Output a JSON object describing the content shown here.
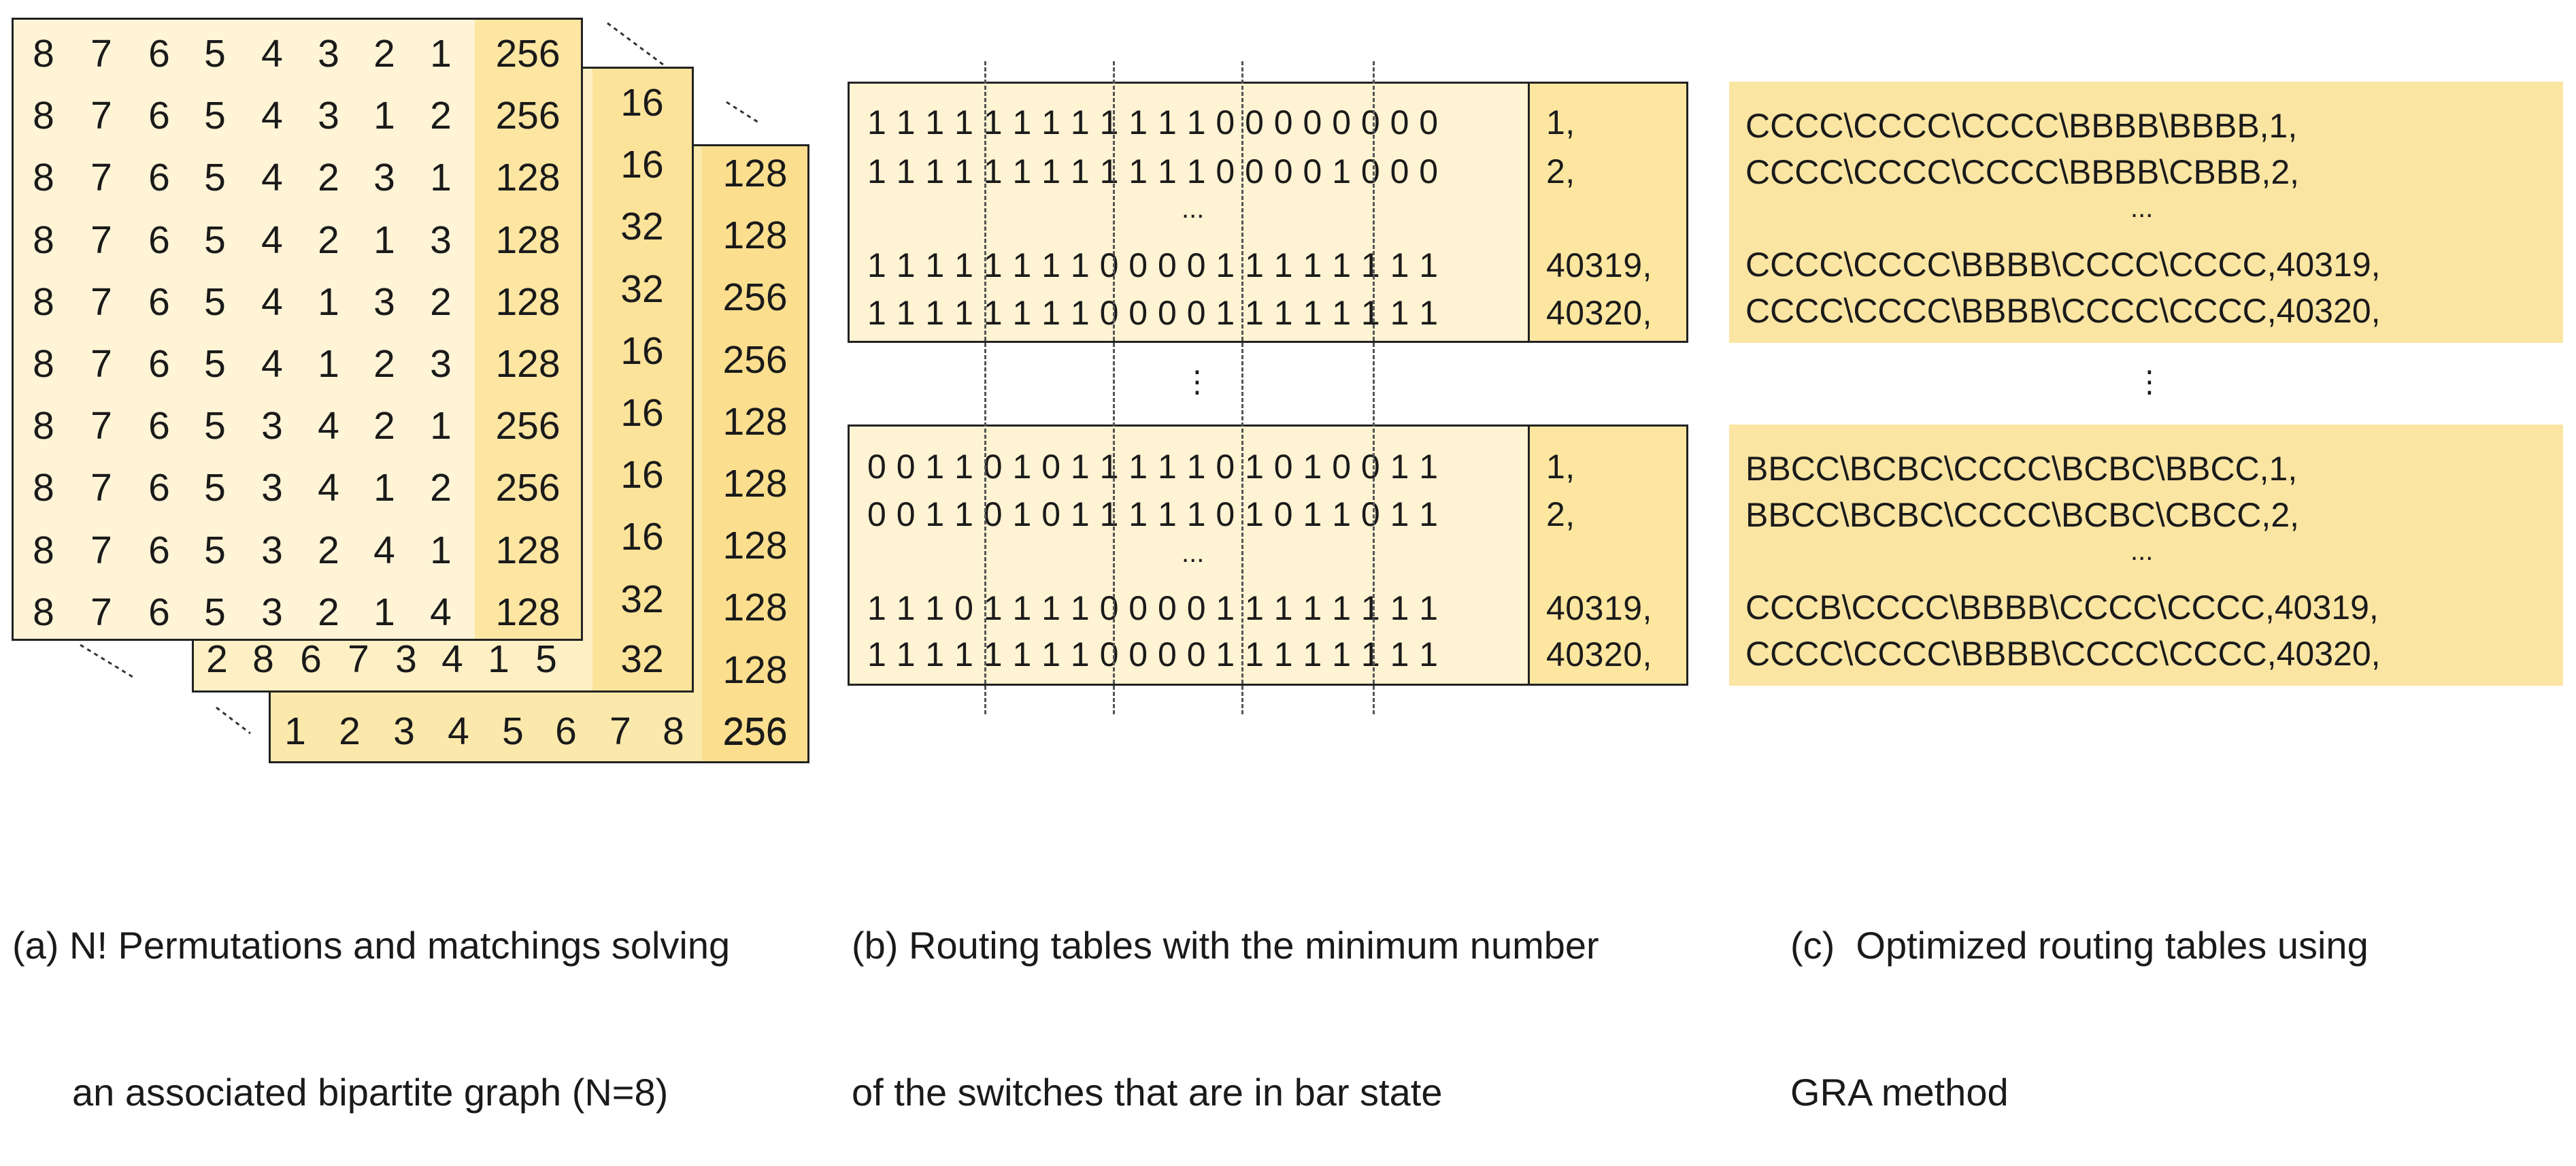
{
  "panel_a": {
    "front_rows": [
      [
        "8",
        "7",
        "6",
        "5",
        "4",
        "3",
        "2",
        "1",
        "256"
      ],
      [
        "8",
        "7",
        "6",
        "5",
        "4",
        "3",
        "1",
        "2",
        "256"
      ],
      [
        "8",
        "7",
        "6",
        "5",
        "4",
        "2",
        "3",
        "1",
        "128"
      ],
      [
        "8",
        "7",
        "6",
        "5",
        "4",
        "2",
        "1",
        "3",
        "128"
      ],
      [
        "8",
        "7",
        "6",
        "5",
        "4",
        "1",
        "3",
        "2",
        "128"
      ],
      [
        "8",
        "7",
        "6",
        "5",
        "4",
        "1",
        "2",
        "3",
        "128"
      ],
      [
        "8",
        "7",
        "6",
        "5",
        "3",
        "4",
        "2",
        "1",
        "256"
      ],
      [
        "8",
        "7",
        "6",
        "5",
        "3",
        "4",
        "1",
        "2",
        "256"
      ],
      [
        "8",
        "7",
        "6",
        "5",
        "3",
        "2",
        "4",
        "1",
        "128"
      ],
      [
        "8",
        "7",
        "6",
        "5",
        "3",
        "2",
        "1",
        "4",
        "128"
      ]
    ],
    "middle_values": [
      "16",
      "16",
      "32",
      "32",
      "16",
      "16",
      "16",
      "16",
      "32"
    ],
    "middle_last_row": [
      "2",
      "8",
      "6",
      "7",
      "3",
      "4",
      "1",
      "5",
      "32"
    ],
    "back_values": [
      "128",
      "128",
      "256",
      "256",
      "128",
      "128",
      "128",
      "128",
      "128",
      "256"
    ],
    "back_last_row": [
      "1",
      "2",
      "3",
      "4",
      "5",
      "6",
      "7",
      "8",
      "256"
    ],
    "caption_line1": "(a) N! Permutations and matchings solving",
    "caption_line2": "an associated bipartite graph (N=8)"
  },
  "panel_b": {
    "top_table": {
      "bits": [
        "1 1 1 1 1 1 1 1 1 1 1 1 0 0 0 0 0 0 0 0",
        "1 1 1 1 1 1 1 1 1 1 1 1 0 0 0 0 1 0 0 0",
        "...",
        "1 1 1 1 1 1 1 1 0 0 0 0 1 1 1 1 1 1 1 1",
        "1 1 1 1 1 1 1 1 0 0 0 0 1 1 1 1 1 1 1 1"
      ],
      "index": [
        "1,",
        "2,",
        "",
        "40319,",
        "40320,"
      ]
    },
    "bottom_table": {
      "bits": [
        "0 0 1 1 0 1 0 1 1 1 1 1 0 1 0 1 0 0 1 1",
        "0 0 1 1 0 1 0 1 1 1 1 1 0 1 0 1 1 0 1 1",
        "...",
        "1 1 1 0 1 1 1 1 0 0 0 0 1 1 1 1 1 1 1 1",
        "1 1 1 1 1 1 1 1 0 0 0 0 1 1 1 1 1 1 1 1"
      ],
      "index": [
        "1,",
        "2,",
        "",
        "40319,",
        "40320,"
      ]
    },
    "between_mark": "⋮",
    "caption_line1": "(b) Routing tables with the minimum number",
    "caption_line2": "of the switches that are in bar state"
  },
  "panel_c": {
    "top_block": [
      "CCCC\\CCCC\\CCCC\\BBBB\\BBBB,1,",
      "CCCC\\CCCC\\CCCC\\BBBB\\CBBB,2,",
      "...",
      "CCCC\\CCCC\\BBBB\\CCCC\\CCCC,40319,",
      "CCCC\\CCCC\\BBBB\\CCCC\\CCCC,40320,"
    ],
    "bottom_block": [
      "BBCC\\BCBC\\CCCC\\BCBC\\BBCC,1,",
      "BBCC\\BCBC\\CCCC\\BCBC\\CBCC,2,",
      "...",
      "CCCB\\CCCC\\BBBB\\CCCC\\CCCC,40319,",
      "CCCC\\CCCC\\BBBB\\CCCC\\CCCC,40320,"
    ],
    "between_mark": "⋮",
    "caption_line1": "(c)  Optimized routing tables using",
    "caption_line2": "GRA method"
  },
  "colors": {
    "light_fill": "#fff4d6",
    "mid_fill": "#fdf0c4",
    "highlight_fill": "#fbdf8e",
    "gra_fill": "#fbe5a3",
    "border": "#222222"
  }
}
